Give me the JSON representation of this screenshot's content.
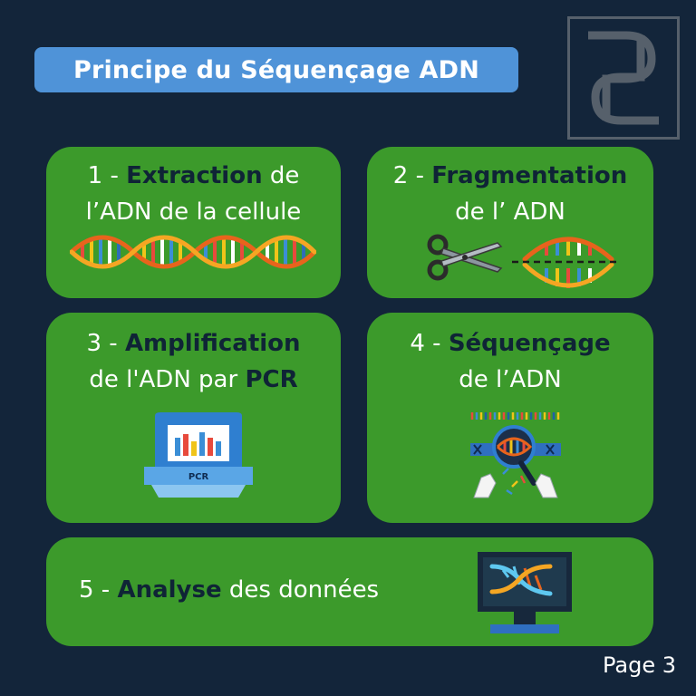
{
  "title": "Principe du Séquençage ADN",
  "page": "Page 3",
  "colors": {
    "background": "#13253a",
    "title_pill": "#4f93d8",
    "card": "#3c9a2b",
    "bold_text": "#0f2436"
  },
  "steps": [
    {
      "num": "1 -",
      "bold": "Extraction",
      "after": "de",
      "line2": "l’ADN de la cellule",
      "icon": "dna-strand-icon"
    },
    {
      "num": "2 -",
      "bold": "Fragmentation",
      "after": "",
      "line2": "de l’ ADN",
      "icon": "scissors-icon"
    },
    {
      "num": "3 -",
      "bold": "Amplification",
      "after": "",
      "line2_pre": "de l'ADN par",
      "line2_bold": "PCR",
      "icon": "pcr-machine-icon",
      "icon_label": "PCR"
    },
    {
      "num": "4 -",
      "bold": "Séquençage",
      "after": "",
      "line2": "de l’ADN",
      "icon": "sequencing-magnifier-icon"
    },
    {
      "num": "5 -",
      "bold": "Analyse",
      "after": "des données",
      "icon": "computer-dna-icon"
    }
  ]
}
